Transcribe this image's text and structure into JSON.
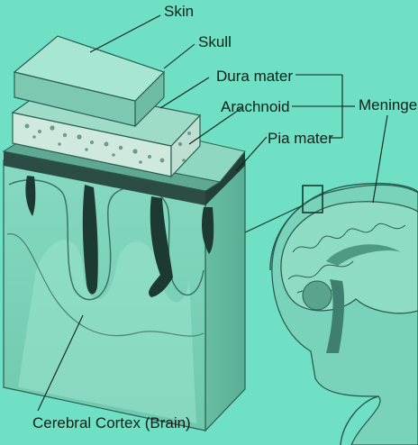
{
  "labels": {
    "skin": "Skin",
    "skull": "Skull",
    "dura": "Dura mater",
    "arachnoid": "Arachnoid",
    "pia": "Pia mater",
    "meninges": "Meninges",
    "cortex": "Cerebral Cortex (Brain)"
  },
  "colors": {
    "background": "#6fe0c4",
    "tissue": "#7fd9c0",
    "dark_vessel": "#1c3a33"
  }
}
